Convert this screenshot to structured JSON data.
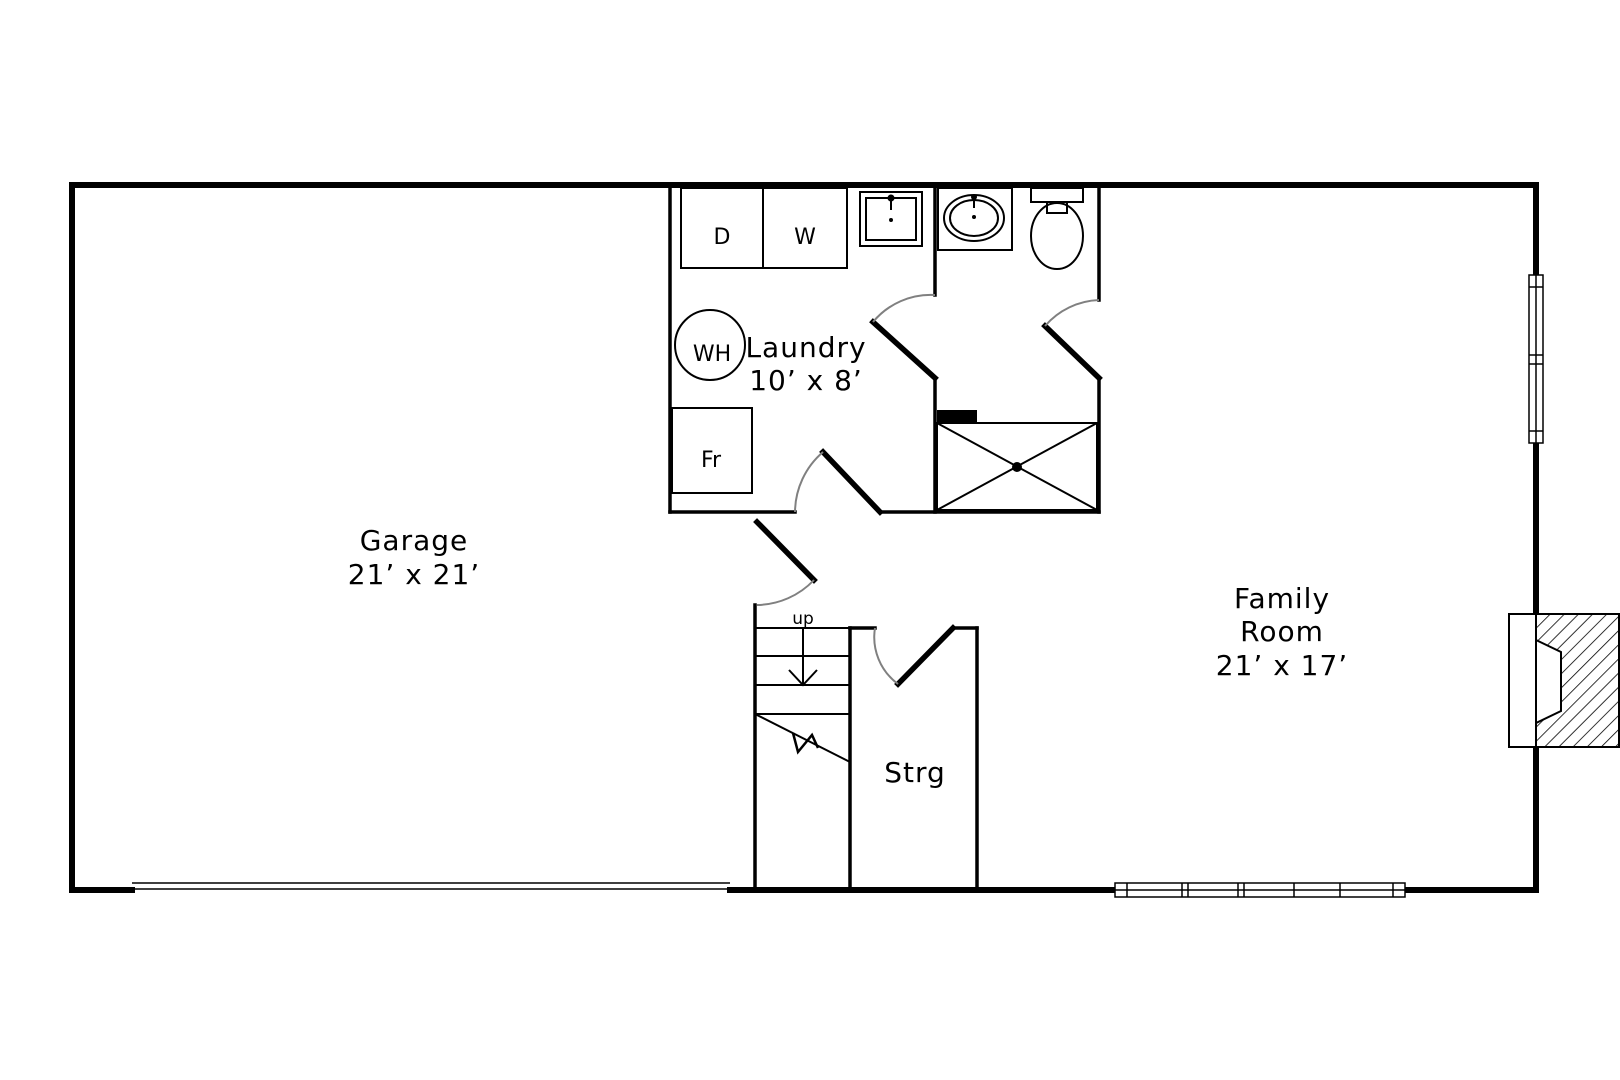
{
  "rooms": {
    "garage": {
      "name": "Garage",
      "size": "21’ x 21’"
    },
    "laundry": {
      "name": "Laundry",
      "size": "10’ x 8’"
    },
    "family_room": {
      "name_line1": "Family",
      "name_line2": "Room",
      "size": "21’ x 17’"
    },
    "storage": {
      "name": "Strg"
    }
  },
  "fixtures": {
    "dryer": "D",
    "washer": "W",
    "water_heater": "WH",
    "refrigerator": "Fr",
    "stairs_direction": "up"
  },
  "colors": {
    "line": "#000000",
    "door_swing": "#808080",
    "background": "#ffffff"
  }
}
